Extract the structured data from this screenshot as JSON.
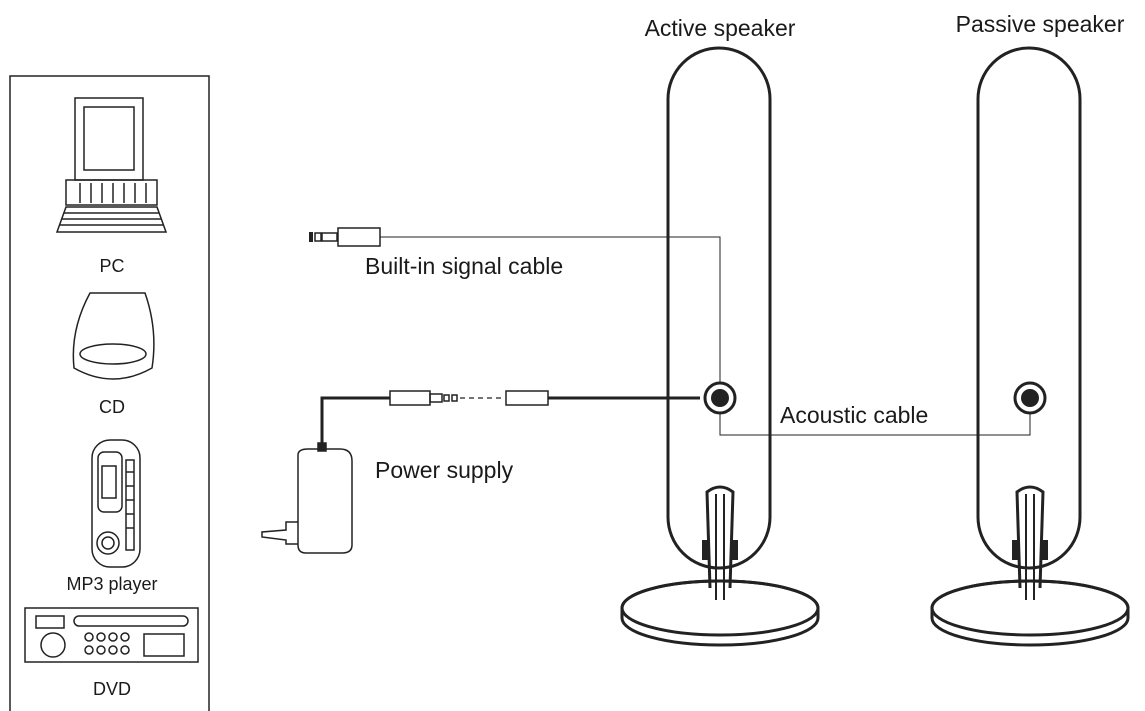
{
  "sources": {
    "pc_label": "PC",
    "cd_label": "CD",
    "mp3_label": "MP3 player",
    "dvd_label": "DVD"
  },
  "speakers": {
    "active_label": "Active speaker",
    "passive_label": "Passive speaker"
  },
  "cables": {
    "signal_label": "Built-in signal cable",
    "acoustic_label": "Acoustic cable",
    "power_label": "Power supply"
  }
}
